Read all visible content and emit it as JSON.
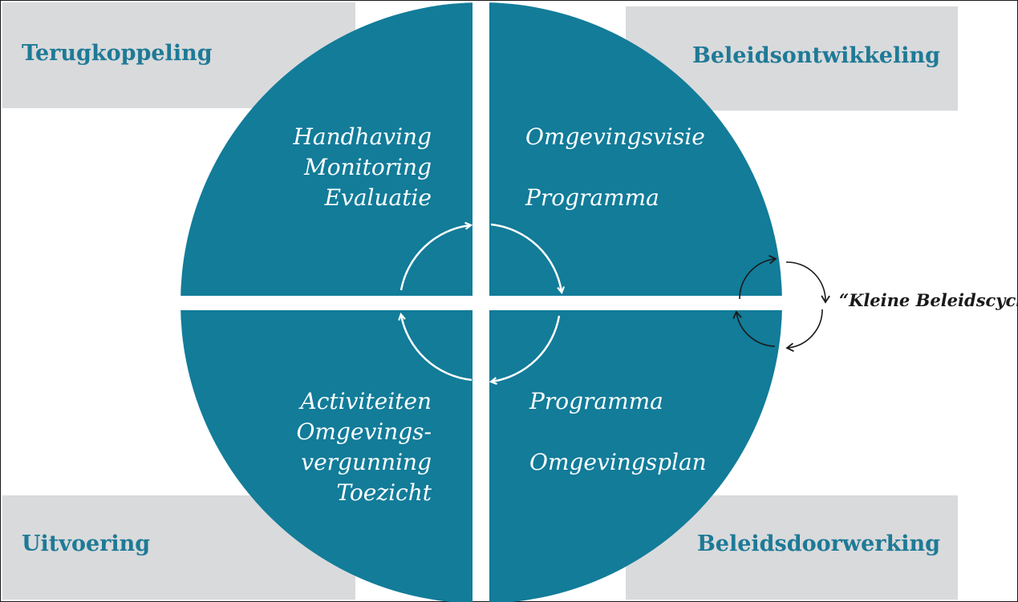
{
  "corners": {
    "top_left": "Terugkoppeling",
    "top_right": "Beleidsontwikkeling",
    "bottom_left": "Uitvoering",
    "bottom_right": "Beleidsdoorwerking"
  },
  "quadrants": {
    "top_left": [
      "Handhaving",
      "Monitoring",
      "Evaluatie"
    ],
    "top_right": [
      "Omgevingsvisie",
      "Programma"
    ],
    "bottom_left": [
      "Activiteiten",
      "Omgevings-",
      "vergunning",
      "Toezicht"
    ],
    "bottom_right": [
      "Programma",
      "Omgevingsplan"
    ]
  },
  "side_label": "“Kleine Beleidscyclus",
  "colors": {
    "circle": "#127c99",
    "band": "#d9dadc",
    "corner_text": "#1e7a96",
    "arrow_inner": "#ffffff",
    "arrow_outer": "#1a1a1a"
  }
}
